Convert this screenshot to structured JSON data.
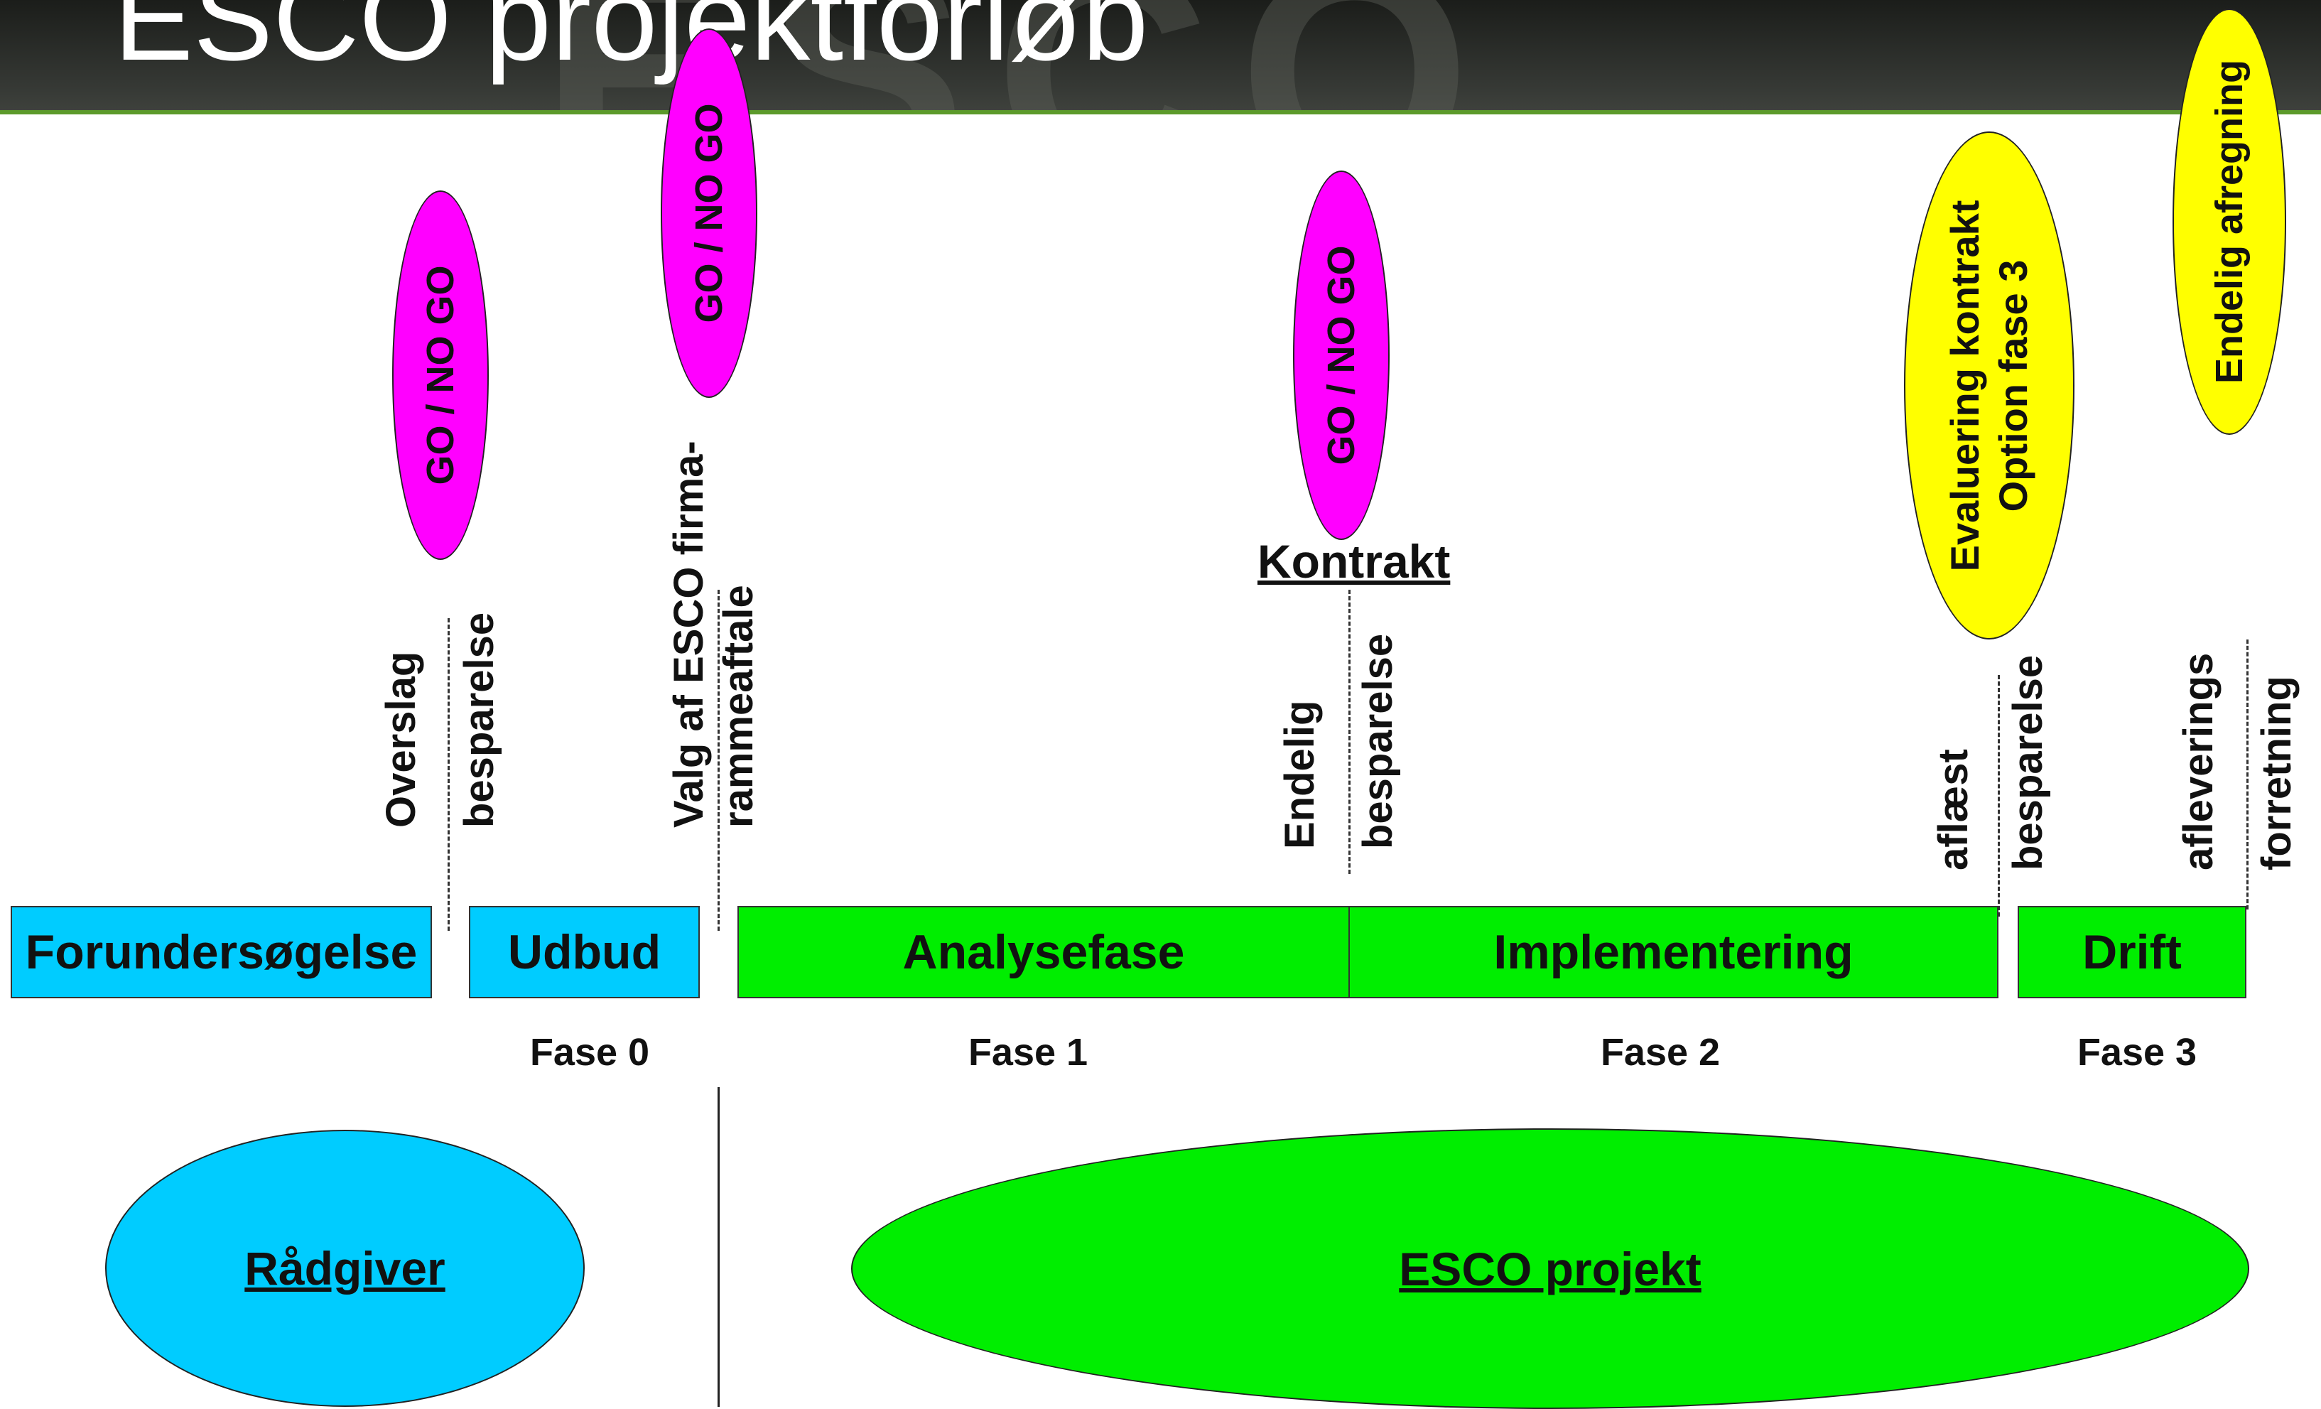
{
  "title": "ESCO projektforløb",
  "watermark": "ESCO",
  "bars": {
    "forundersogelse": "Forundersøgelse",
    "udbud": "Udbud",
    "analysefase": "Analysefase",
    "implementering": "Implementering",
    "drift": "Drift"
  },
  "phases": {
    "fase0": "Fase 0",
    "fase1": "Fase 1",
    "fase2": "Fase 2",
    "fase3": "Fase 3"
  },
  "milestones": {
    "overslag": "Overslag",
    "besparelse1": "besparelse",
    "valg": "Valg af ESCO firma-\nrammeaftale",
    "endelig": "Endelig",
    "besparelse2": "besparelse",
    "aflaest": "aflæst",
    "besparelse3": "besparelse",
    "afleverings": "afleverings",
    "forretning": "forretning"
  },
  "decisions": {
    "go1": "GO / NO GO",
    "go2": "GO / NO GO",
    "go3": "GO / NO GO",
    "evaluering": "Evaluering kontrakt\nOption fase 3",
    "endelig_afregning": "Endelig afregning"
  },
  "kontrakt": "Kontrakt",
  "actors": {
    "radgiver": "Rådgiver",
    "esco_projekt": "ESCO projekt"
  },
  "colors": {
    "magenta": "#ff00ff",
    "yellow": "#ffff00",
    "cyan": "#00ccff",
    "green": "#00ee00"
  }
}
